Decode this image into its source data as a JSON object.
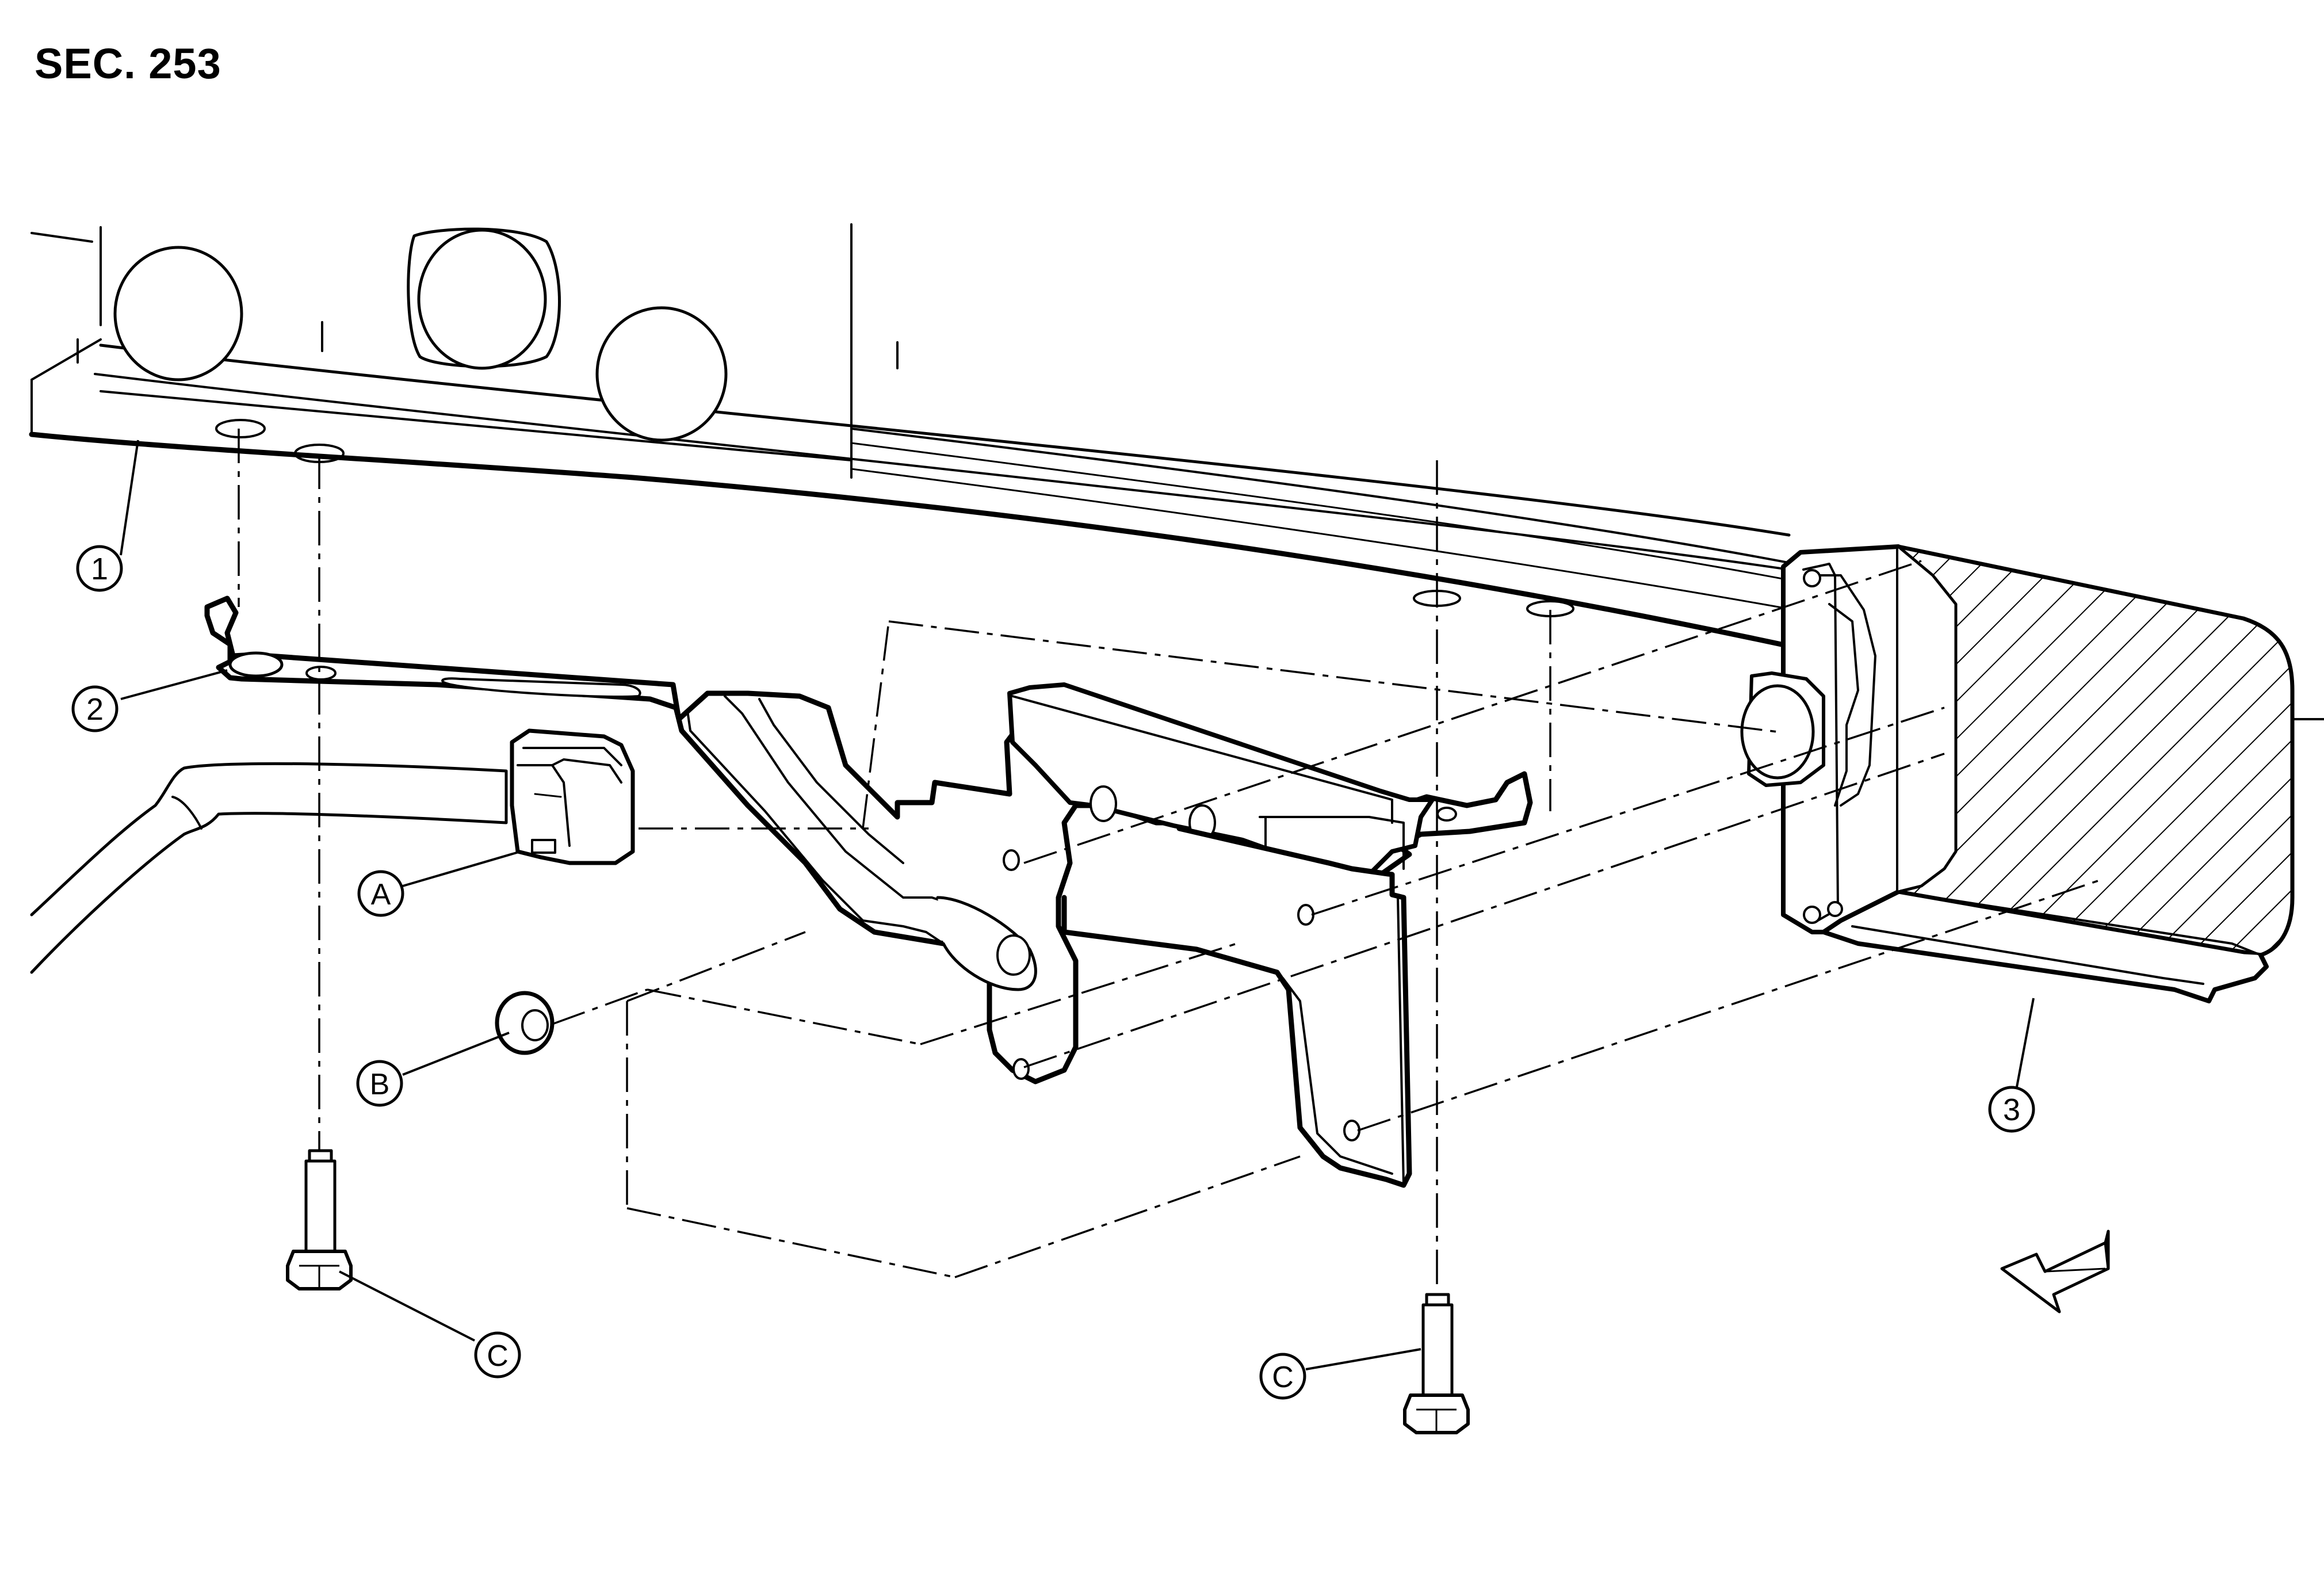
{
  "section_label": "SEC. 253",
  "callouts": {
    "part_1": "1",
    "part_2": "2",
    "part_3": "3",
    "a": "A",
    "b": "B",
    "c_left": "C",
    "c_right": "C"
  },
  "icons": {
    "direction": "front-arrow-icon"
  },
  "colors": {
    "line": "#000000",
    "background": "#ffffff"
  }
}
